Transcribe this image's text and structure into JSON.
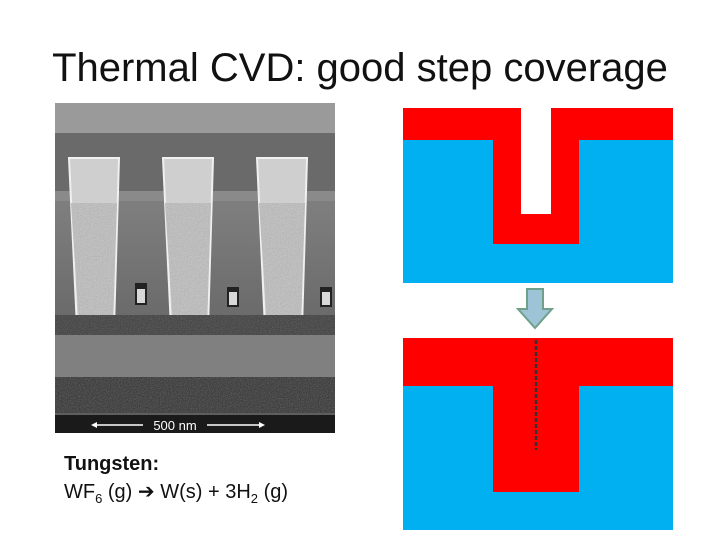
{
  "title": "Thermal CVD: good step coverage",
  "sem": {
    "scale_label": "500 nm"
  },
  "caption": {
    "material": "Tungsten:",
    "reaction": {
      "reactant": "WF",
      "reactant_sub": "6",
      "reactant_state": " (g) ",
      "arrow": "➔",
      "product1": " W(s) + 3H",
      "product_sub": "2",
      "product2": " (g)"
    }
  },
  "colors": {
    "substrate": "#00b0f0",
    "film": "#ff0000",
    "arrow_fill": "#9cc3d6",
    "arrow_stroke": "#6fa08a",
    "seam": "#333333"
  }
}
